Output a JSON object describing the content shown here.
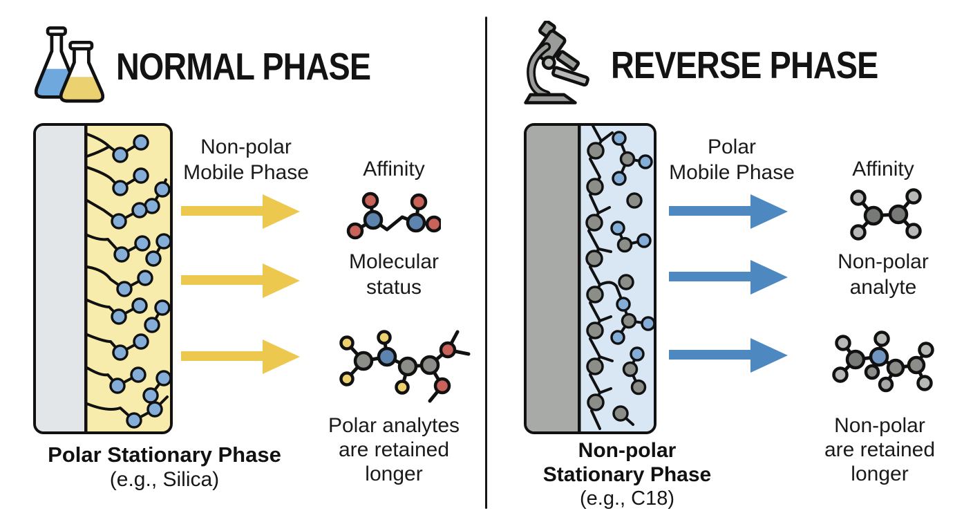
{
  "page": {
    "background": "#FFFFFF",
    "divider_color": "#141414"
  },
  "left_panel": {
    "title": "NORMAL PHASE",
    "header_icon": "flasks-icon",
    "mobile_phase_label": "Non-polar\nMobile Phase",
    "affinity_label": "Affinity",
    "analyte_label": "Molecular\nstatus",
    "retention_label": "Polar analytes\nare retained\nlonger",
    "caption_title": "Polar  Stationary Phase",
    "caption_example": "(e.g., Silica)",
    "arrow_color": "#ECC94E",
    "column": {
      "wall_color": "#E2E6E8",
      "bed_color": "#F8ECAC",
      "chain_node_color": "#84ADD8",
      "outline_color": "#111111"
    },
    "molecule_colors": {
      "polar_center": "#5D84AE",
      "polar_group": "#C9635A",
      "weak_group": "#ECD171",
      "carbon": "#8B8D88"
    }
  },
  "right_panel": {
    "title": "REVERSE PHASE",
    "header_icon": "microscope-icon",
    "mobile_phase_label": "Polar\nMobile Phase",
    "affinity_label": "Affinity",
    "analyte_label": "Non-polar\nanalyte",
    "retention_label": "Non-polar\nare retained\nlonger",
    "caption_title": "Non-polar\nStationary Phase",
    "caption_example": "(e.g., C18)",
    "arrow_color": "#4D88C1",
    "column": {
      "wall_color": "#A8AAA7",
      "bed_color": "#D9E7F4",
      "chain_node_color": "#8B8D88",
      "outline_color": "#111111"
    },
    "molecule_colors": {
      "nonpolar_center": "#787A77",
      "nonpolar_group": "#B6B9B6",
      "carbon": "#8B8D88",
      "hetero": "#6F96C0"
    }
  }
}
